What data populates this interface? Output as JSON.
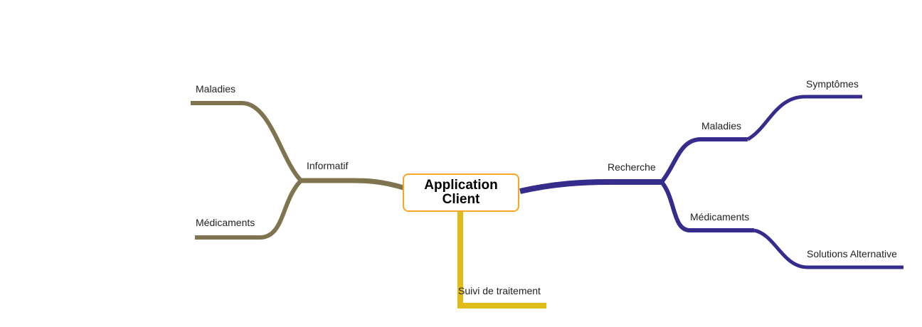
{
  "central": {
    "label": "Application\nClient"
  },
  "colors": {
    "informatif_branch": "#7f744f",
    "recherche_branch": "#352c8c",
    "suivi_branch": "#e0bc18",
    "central_border": "#f5a623"
  },
  "branches": {
    "informatif": {
      "label": "Informatif",
      "children": {
        "maladies": "Maladies",
        "medicaments": "Médicaments"
      }
    },
    "recherche": {
      "label": "Recherche",
      "children": {
        "maladies": {
          "label": "Maladies",
          "children": {
            "symptomes": "Symptômes"
          }
        },
        "medicaments": {
          "label": "Médicaments",
          "children": {
            "solutions": "Solutions Alternative"
          }
        }
      }
    },
    "suivi": {
      "label": "Suivi de traitement"
    }
  }
}
